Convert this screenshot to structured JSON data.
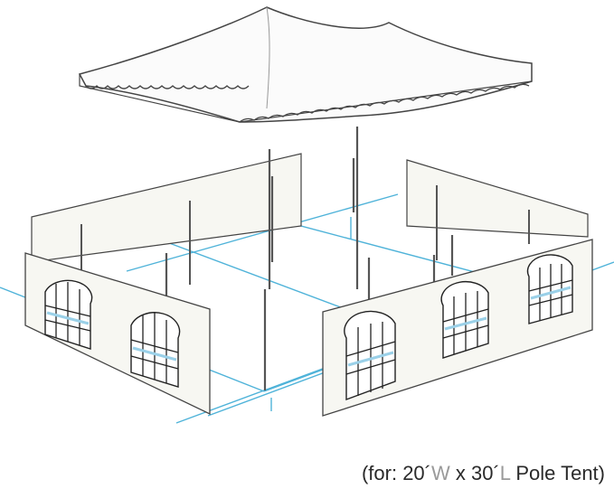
{
  "caption": {
    "prefix": "(for: 20´",
    "unit_w": "W",
    "mid": " x 30´",
    "unit_l": "L",
    "suffix": " Pole Tent)"
  },
  "colors": {
    "grid": "#4fb3d9",
    "outline": "#444444",
    "wall_fill": "#f7f7f2",
    "roof_fill": "#fbfbfb",
    "pole": "#555555",
    "window_glass": "#9ad0e8"
  }
}
